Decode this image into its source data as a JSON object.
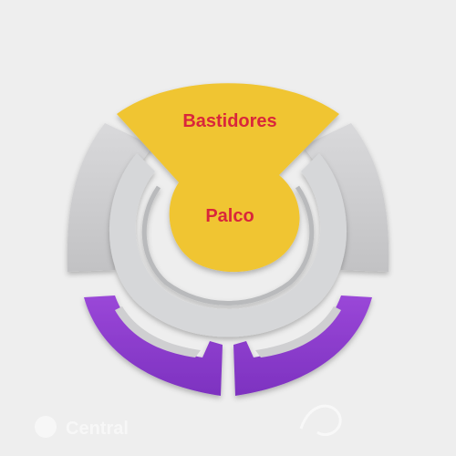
{
  "diagram": {
    "labels": {
      "backstage": "Bastidores",
      "stage": "Palco"
    },
    "watermark": {
      "text": "Central"
    },
    "colors": {
      "background": "#eeeeee",
      "stage_yellow": "#f0c531",
      "label_red": "#d9263b",
      "seating_gray": "#c9c9c9",
      "seating_gray_light": "#d7d8da",
      "seating_purple": "#8a3dcc",
      "inner_track": "#d5d6d8"
    }
  }
}
